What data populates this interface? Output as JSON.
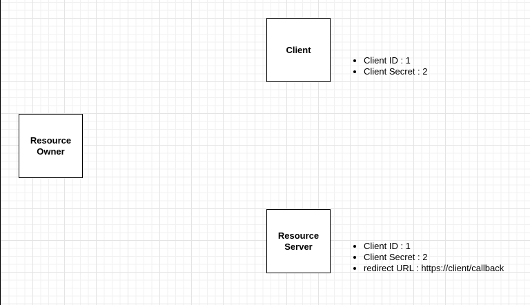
{
  "nodes": {
    "client": {
      "label": "Client"
    },
    "resource_owner": {
      "label": "Resource\nOwner"
    },
    "resource_server": {
      "label": "Resource\nServer"
    }
  },
  "client_notes": [
    "Client ID : 1",
    "Client Secret : 2"
  ],
  "server_notes": [
    "Client ID : 1",
    "Client Secret : 2",
    "redirect URL : https://client/callback"
  ]
}
